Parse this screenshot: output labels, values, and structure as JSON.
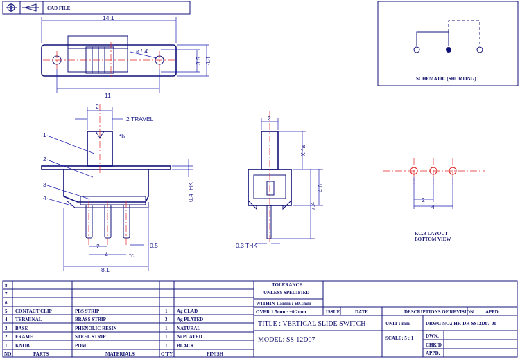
{
  "header": {
    "cad_file_label": "CAD FILE:"
  },
  "top_view": {
    "dim_width": "14.1",
    "dim_hole": "ø1.4",
    "dim_h1": "3.5",
    "dim_h2": "4.4",
    "dim_pitch": "11"
  },
  "front_view": {
    "dim_knob": "2",
    "dim_travel": "2 TRAVEL",
    "note_b": "*b",
    "dim_thk": "0.4THK",
    "dim_pin_pitch": "2",
    "dim_pin_span": "4",
    "dim_pin_w": "0.5",
    "dim_body": "8.1",
    "note_c": "*c",
    "callouts": [
      "1",
      "2",
      "3",
      "4"
    ]
  },
  "side_view": {
    "dim_knob": "2",
    "note_a": "X *a",
    "dim_h": "4.6",
    "dim_total": "7.4",
    "dim_thk": "0.3 THK"
  },
  "schematic": {
    "label": "SCHEMATIC (SHORTING)"
  },
  "pcb": {
    "dim_pitch": "2",
    "dim_span": "4",
    "label1": "P.C.B LAYOUT",
    "label2": "BOTTOM VIEW"
  },
  "tolerance": {
    "title": "TOLERANCE",
    "sub": "UNLESS SPECIFIED",
    "row1": "WITHIN 1.5mm : ±0.1mm",
    "row2": "OVER 1.5mm : ±0.2mm"
  },
  "revision_headers": {
    "issue": "ISSUE",
    "date": "DATE",
    "desc": "DESCRIPTIONS OF REVISION",
    "appd": "APPD."
  },
  "bom_headers": {
    "no": "NO.",
    "parts": "PARTS",
    "materials": "MATERIALS",
    "qty": "Q'TY",
    "finish": "FINISH"
  },
  "bom_rows": [
    {
      "no": "8",
      "parts": "",
      "materials": "",
      "qty": "",
      "finish": ""
    },
    {
      "no": "7",
      "parts": "",
      "materials": "",
      "qty": "",
      "finish": ""
    },
    {
      "no": "6",
      "parts": "",
      "materials": "",
      "qty": "",
      "finish": ""
    },
    {
      "no": "5",
      "parts": "CONTACT CLIP",
      "materials": "PBS STRIP",
      "qty": "1",
      "finish": "Ag CLAD"
    },
    {
      "no": "4",
      "parts": "TERMINAL",
      "materials": "BRASS STRIP",
      "qty": "3",
      "finish": "Ag PLATED"
    },
    {
      "no": "3",
      "parts": "BASE",
      "materials": "PHENOLIC RESIN",
      "qty": "1",
      "finish": "NATURAL"
    },
    {
      "no": "2",
      "parts": "FRAME",
      "materials": "STEEL STRIP",
      "qty": "1",
      "finish": "Ni PLATED"
    },
    {
      "no": "1",
      "parts": "KNOB",
      "materials": "POM",
      "qty": "1",
      "finish": "BLACK"
    }
  ],
  "title_block": {
    "title": "TITLE : VERTICAL SLIDE SWITCH",
    "model": "MODEL: SS-12D07",
    "unit": "UNIT : mm",
    "drwg_no": "DRWG NO.: HR-DR-SS12D07-00",
    "scale": "SCALE: 5 : 1",
    "dwn": "DWN.",
    "chkd": "CHK'D",
    "appd": "APPD."
  }
}
